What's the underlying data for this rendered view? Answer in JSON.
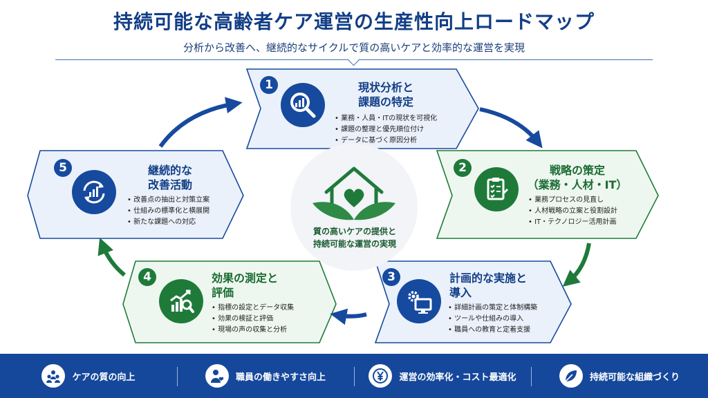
{
  "title": "持続可能な高齢者ケア運営の生産性向上ロードマップ",
  "subtitle": "分析から改善へ、継続的なサイクルで質の高いケアと効率的な運営を実現",
  "colors": {
    "blue": "#164a9e",
    "green": "#1f7a3a",
    "footer": "#15489b"
  },
  "steps": [
    {
      "number": "1",
      "title_line1": "現状分析と",
      "title_line2": "課題の特定",
      "icon": "magnifier-chart-icon",
      "bullets": [
        "業務・人員・ITの現状を可視化",
        "課題の整理と優先順位付け",
        "データに基づく原因分析"
      ]
    },
    {
      "number": "2",
      "title_line1": "戦略の策定",
      "title_line2": "（業務・人材・IT）",
      "icon": "clipboard-checklist-icon",
      "bullets": [
        "業務プロセスの見直し",
        "人材戦略の立案と役割設計",
        "IT・テクノロジー活用計画"
      ]
    },
    {
      "number": "3",
      "title_line1": "計画的な実施と",
      "title_line2": "導入",
      "icon": "gear-monitor-icon",
      "bullets": [
        "詳細計画の策定と体制構築",
        "ツールや仕組みの導入",
        "職員への教育と定着支援"
      ]
    },
    {
      "number": "4",
      "title_line1": "効果の測定と",
      "title_line2": "評価",
      "icon": "growth-chart-magnifier-icon",
      "bullets": [
        "指標の設定とデータ収集",
        "効果の検証と評価",
        "現場の声の収集と分析"
      ]
    },
    {
      "number": "5",
      "title_line1": "継続的な",
      "title_line2": "改善活動",
      "icon": "cycle-chart-icon",
      "bullets": [
        "改善点の抽出と対策立案",
        "仕組みの標準化と横展開",
        "新たな課題への対応"
      ]
    }
  ],
  "center": {
    "line1": "質の高いケアの提供と",
    "line2": "持続可能な運営の実現",
    "icon": "house-heart-leaves-icon"
  },
  "footer": [
    {
      "label": "ケアの質の向上",
      "icon": "people-group-icon"
    },
    {
      "label": "職員の働きやすさ向上",
      "icon": "staff-heart-icon"
    },
    {
      "label": "運営の効率化・コスト最適化",
      "icon": "yen-coin-icon"
    },
    {
      "label": "持続可能な組織づくり",
      "icon": "leaf-icon"
    }
  ]
}
